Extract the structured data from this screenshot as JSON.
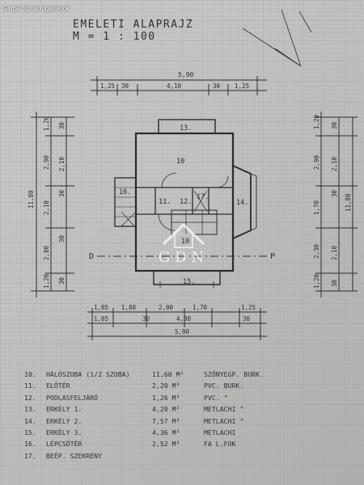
{
  "watermark": "Globaldigital.Ingatlanok",
  "title": {
    "line1": "EMELETI ALAPRAJZ",
    "line2": "M = 1 : 100"
  },
  "logo_text": "GDN",
  "dims": {
    "top_total": "5,90",
    "top_parts": [
      "1,25",
      "30",
      "4,10",
      "30",
      "1,25"
    ],
    "bottom_parts": [
      "1,05",
      "1,80",
      "2,00",
      "1,70",
      "1,25"
    ],
    "bottom_mid": [
      "1,05",
      "30",
      "4,80",
      "30"
    ],
    "bottom_total": "5,90",
    "left_total": "11,80",
    "left_outer": [
      "1,20",
      "2,90",
      "2,10",
      "2,80",
      "1,20"
    ],
    "left_inner": [
      "30",
      "2,10",
      "30",
      "30",
      "30"
    ],
    "right_total": "11,80",
    "right_outer": [
      "1,20",
      "2,90",
      "1,70",
      "2,30",
      "1,20"
    ],
    "right_inner": [
      "30",
      "2,10",
      "30",
      "2,10",
      "30"
    ]
  },
  "rooms": [
    "13.",
    "10",
    "16.",
    "11.",
    "12.",
    "17.",
    "14.",
    "10",
    "15."
  ],
  "section_marks": [
    "D",
    "P"
  ],
  "legend": [
    {
      "num": "10.",
      "name": "HÁLÓSZOBA (1/2 SZOBA)",
      "area": "11,60 M²",
      "floor": "SZŐNYEGP. BURK."
    },
    {
      "num": "11.",
      "name": "ELŐTÉR",
      "area": "2,20 M²",
      "floor": "PVC.   BURK."
    },
    {
      "num": "12.",
      "name": "PODLASFELJÁRÓ",
      "area": "1,26 M²",
      "floor": "PVC.      \""
    },
    {
      "num": "13.",
      "name": "ERKÉLY 1.",
      "area": "4,20 M²",
      "floor": "METLACHI  \""
    },
    {
      "num": "14.",
      "name": "ERKÉLY 2.",
      "area": "7,57 M²",
      "floor": "METLACHI  \""
    },
    {
      "num": "15.",
      "name": "ERKÉLY 3.",
      "area": "4,36 M²",
      "floor": "METLACHI"
    },
    {
      "num": "16.",
      "name": "LÉPCSŐTÉR",
      "area": "2,52 M²",
      "floor": "FA L.FOK"
    },
    {
      "num": "17.",
      "name": "BEÉP. SZEKRÉNY",
      "area": "",
      "floor": ""
    }
  ]
}
